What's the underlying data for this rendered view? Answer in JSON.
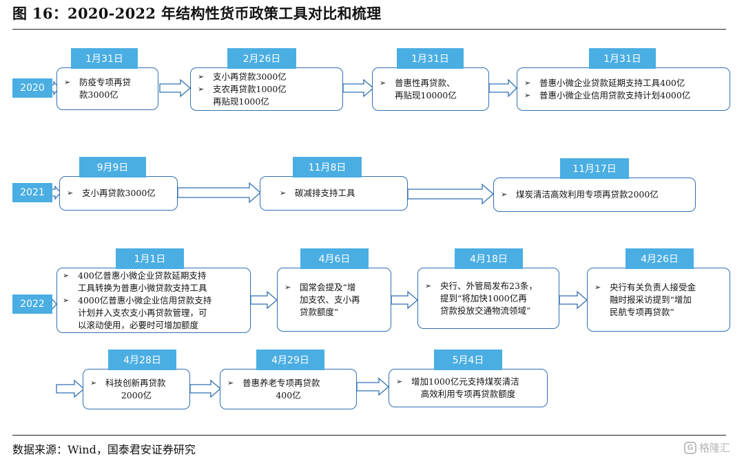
{
  "title": "图 16：2020-2022 年结构性货币政策工具对比和梳理",
  "source": "数据来源：Wind，国泰君安证券研究",
  "watermark": "格隆汇",
  "bullet": "➢",
  "years": [
    "2020",
    "2021",
    "2022"
  ],
  "events": [
    {
      "date": "1月31日",
      "items": [
        "防疫专项再贷",
        "款3000亿"
      ]
    },
    {
      "date": "2月26日",
      "items": [
        "支小再贷款3000亿",
        "支农再贷款1000亿",
        "再贴现1000亿"
      ]
    },
    {
      "date": "1月31日",
      "items": [
        "普惠性再贷款、",
        "再贴现10000亿"
      ]
    },
    {
      "date": "1月31日",
      "items": [
        "普惠小微企业贷款延期支持工具400亿",
        "普惠小微企业信用贷款支持计划4000亿"
      ]
    },
    {
      "date": "9月9日",
      "items": [
        "支小再贷款3000亿"
      ]
    },
    {
      "date": "11月8日",
      "items": [
        "碳减排支持工具"
      ]
    },
    {
      "date": "11月17日",
      "items": [
        "煤炭清洁高效利用专项再贷款2000亿"
      ]
    },
    {
      "date": "1月1日",
      "items": [
        "400亿普惠小微企业贷款延期支持",
        "工具转换为普惠小微贷款支持工具",
        "4000亿普惠小微企业信用贷款支持",
        "计划并入支农支小再贷款管理，可",
        "以滚动使用，必要时可增加额度"
      ]
    },
    {
      "date": "4月6日",
      "items": [
        "国常会提及“增",
        "加支农、支小再",
        "贷款额度”"
      ]
    },
    {
      "date": "4月18日",
      "items": [
        "央行、外管局发布23条，",
        "提到“将加快1000亿再",
        "贷款投放交通物流领域”"
      ]
    },
    {
      "date": "4月26日",
      "items": [
        "央行有关负责人接受金",
        "融时报采访提到“增加",
        "民航专项再贷款”"
      ]
    },
    {
      "date": "4月28日",
      "items": [
        "科技创新再贷款",
        "2000亿"
      ]
    },
    {
      "date": "4月29日",
      "items": [
        "普惠养老专项再贷款",
        "400亿"
      ]
    },
    {
      "date": "5月4日",
      "items": [
        "增加1000亿元支持煤炭清洁",
        "高效利用专项再贷款额度"
      ]
    }
  ]
}
